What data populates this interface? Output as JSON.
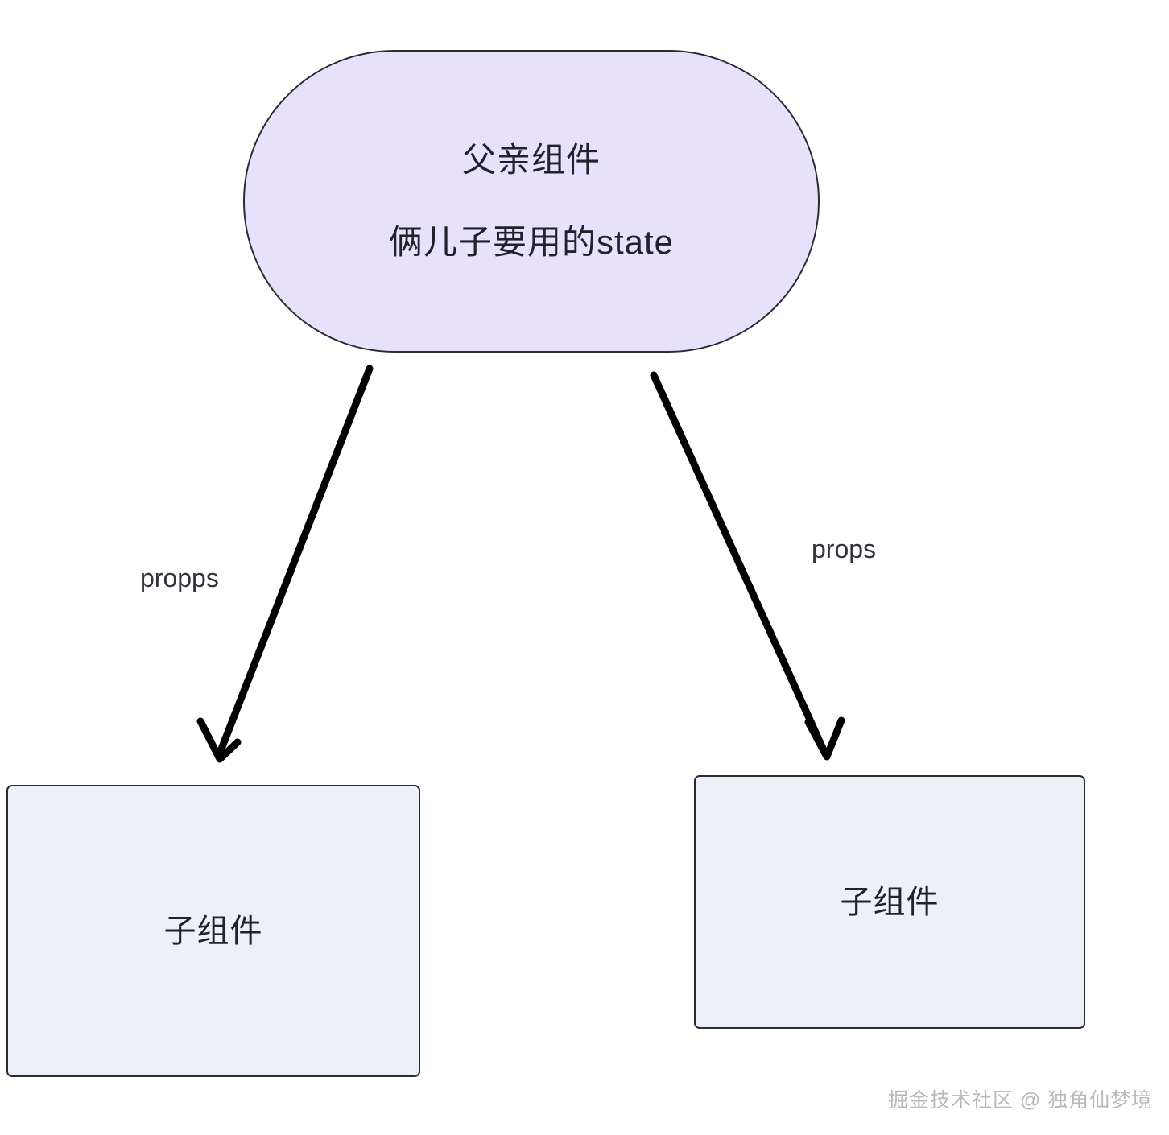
{
  "diagram": {
    "type": "flowchart",
    "background_color": "#ffffff",
    "nodes": [
      {
        "id": "parent",
        "shape": "stadium",
        "fill_color": "#E7E1FB",
        "border_color": "#2b2b33",
        "line1": "父亲组件",
        "line2": "俩儿子要用的state"
      },
      {
        "id": "child-left",
        "shape": "rectangle",
        "fill_color": "#ECF0F8",
        "border_color": "#2b2b33",
        "label": "子组件"
      },
      {
        "id": "child-right",
        "shape": "rectangle",
        "fill_color": "#ECF0F8",
        "border_color": "#2b2b33",
        "label": "子组件"
      }
    ],
    "edges": [
      {
        "id": "edge-left",
        "from": "parent",
        "to": "child-left",
        "label": "propps",
        "color": "#000000"
      },
      {
        "id": "edge-right",
        "from": "parent",
        "to": "child-right",
        "label": "props",
        "color": "#000000"
      }
    ]
  },
  "watermark": {
    "text": "掘金技术社区 @ 独角仙梦境",
    "color": "#b9b9bd"
  }
}
